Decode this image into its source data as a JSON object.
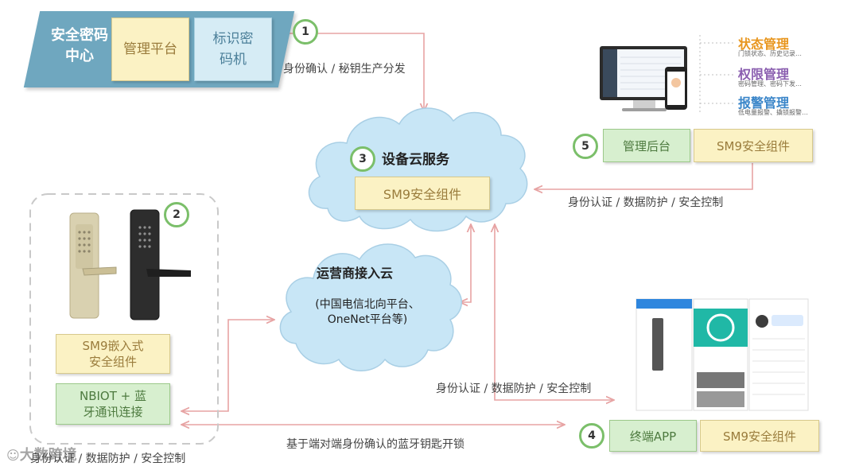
{
  "center": {
    "title": "安全密码中心",
    "mgmt": "管理平台",
    "machine": "标识密码机",
    "arrow_label": "身份确认 / 秘钥生产分发"
  },
  "cloud_service": {
    "number": "3",
    "title": "设备云服务",
    "component": "SM9安全组件"
  },
  "operator_cloud": {
    "title": "运营商接入云",
    "detail": "(中国电信北向平台、OneNet平台等)"
  },
  "lock": {
    "number": "2",
    "embedded": "SM9嵌入式安全组件",
    "conn": "NBIOT + 蓝牙通讯连接"
  },
  "backend": {
    "number": "5",
    "label": "管理后台",
    "component": "SM9安全组件",
    "arrow_label": "身份认证 / 数据防护 / 安全控制",
    "items": [
      {
        "title": "状态管理",
        "sub": "门锁状态、历史记录…",
        "color": "#e8961e"
      },
      {
        "title": "权限管理",
        "sub": "密码管理、密码下发…",
        "color": "#8b5fb0"
      },
      {
        "title": "报警管理",
        "sub": "低电量报警、撬锁报警…",
        "color": "#3b86c9"
      }
    ]
  },
  "terminal": {
    "number": "4",
    "label": "终端APP",
    "component": "SM9安全组件",
    "arrow_label": "身份认证 / 数据防护 / 安全控制"
  },
  "bottom": {
    "bluetooth_label": "基于端对端身份确认的蓝牙钥匙开锁",
    "left_label": "身份认证 / 数据防护 / 安全控制",
    "watermark": "大数跨境"
  },
  "circle_num_1": "1"
}
